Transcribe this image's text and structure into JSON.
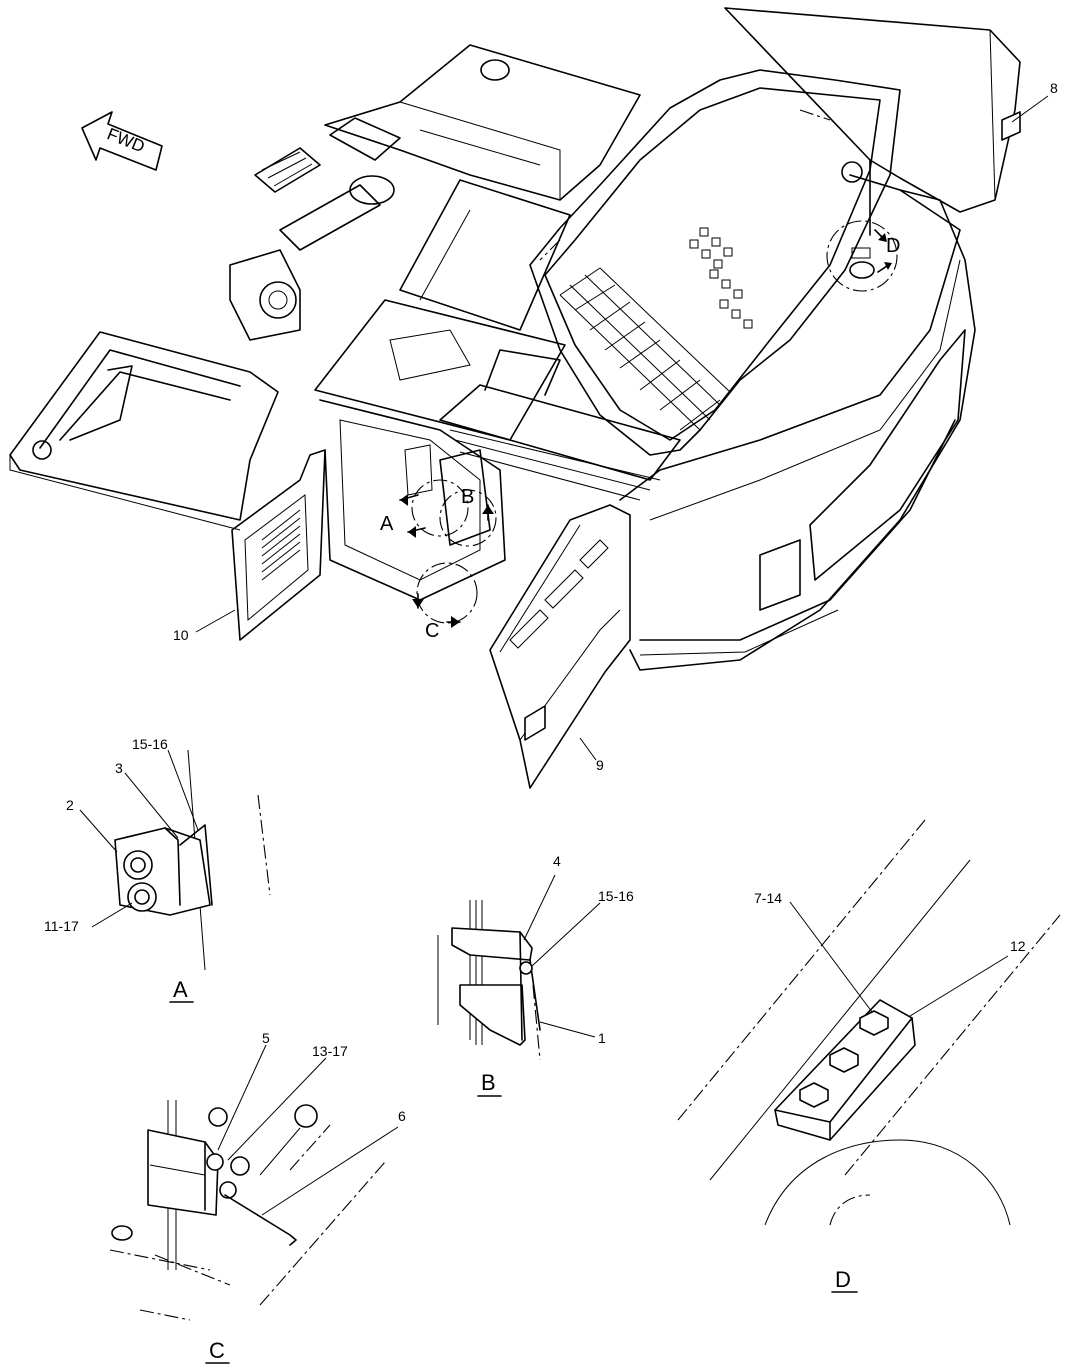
{
  "direction_arrow": {
    "label": "FWD"
  },
  "callouts": {
    "c8": "8",
    "c9": "9",
    "c10": "10",
    "a_15_16": "15-16",
    "a_3": "3",
    "a_2": "2",
    "a_11_17": "11-17",
    "b_4": "4",
    "b_15_16": "15-16",
    "b_1": "1",
    "c_5": "5",
    "c_13_17": "13-17",
    "c_6": "6",
    "d_7_14": "7-14",
    "d_12": "12"
  },
  "detail_markers": {
    "a": "A",
    "b": "B",
    "c": "C",
    "d": "D"
  },
  "view_labels": {
    "a": "A",
    "b": "B",
    "c": "C",
    "d": "D"
  }
}
